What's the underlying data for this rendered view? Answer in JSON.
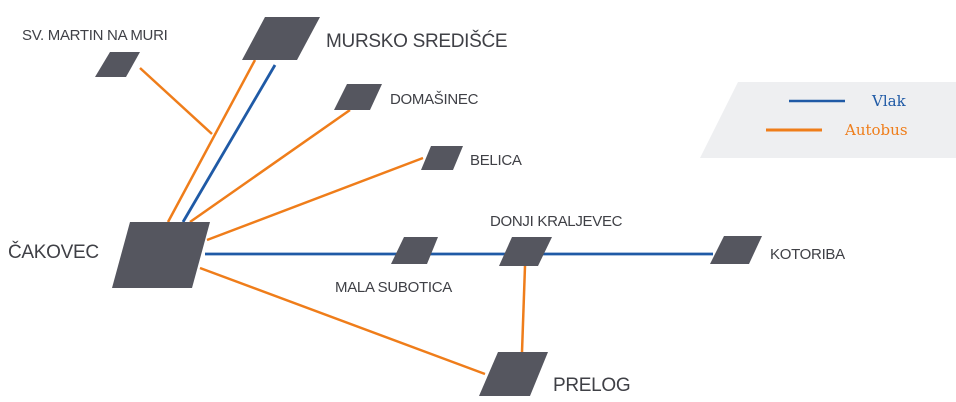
{
  "colors": {
    "train": "#1f5aa6",
    "bus": "#ef7d1a",
    "station": "#55565f",
    "label": "#3f4046",
    "legend_bg": "#eeeff1"
  },
  "stations": {
    "cakovec": "ČAKOVEC",
    "sv_martin": "SV. MARTIN NA MURI",
    "mursko": "MURSKO SREDIŠĆE",
    "domasinec": "DOMAŠINEC",
    "belica": "BELICA",
    "mala_subotica": "MALA SUBOTICA",
    "donji_kraljevec": "DONJI KRALJEVEC",
    "kotoriba": "KOTORIBA",
    "prelog": "PRELOG"
  },
  "legend": {
    "train": "Vlak",
    "bus": "Autobus"
  }
}
